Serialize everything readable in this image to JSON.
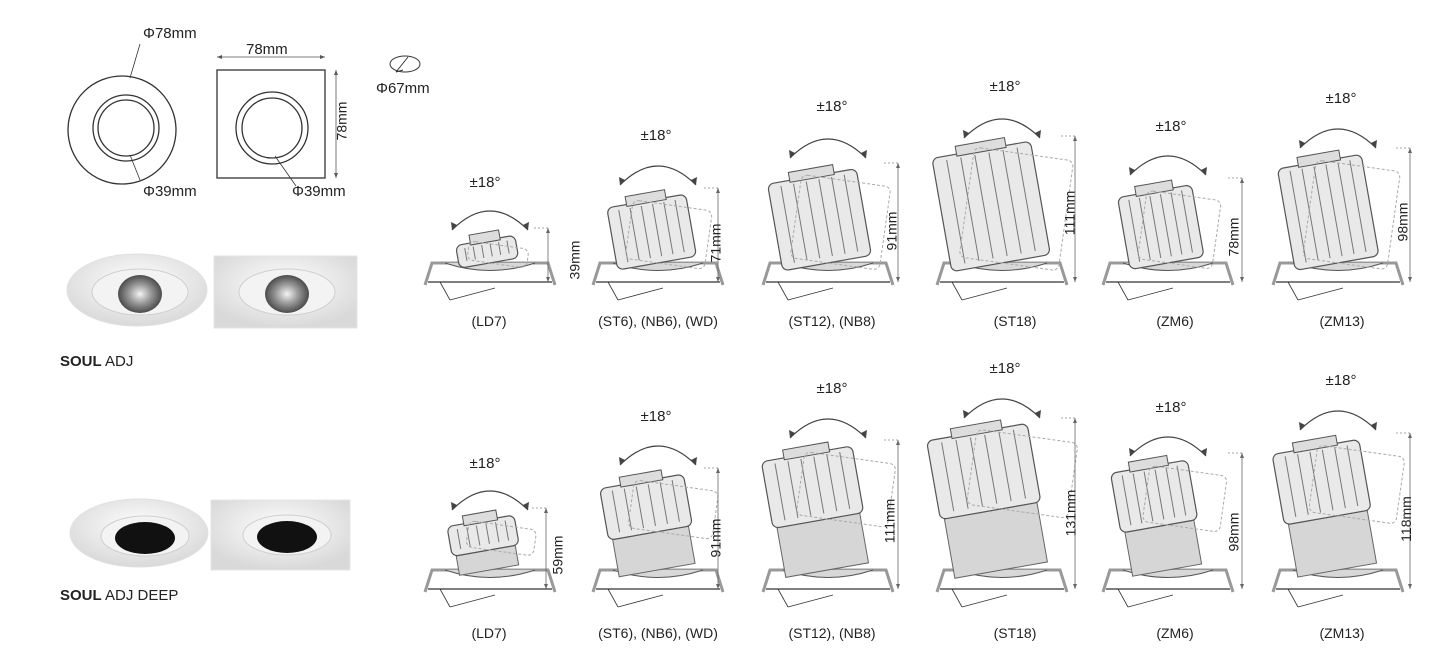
{
  "top_drawings": {
    "round_outer_diameter": "Φ78mm",
    "round_inner_diameter": "Φ39mm",
    "square_width": "78mm",
    "square_height": "78mm",
    "square_inner_diameter": "Φ39mm",
    "cutout_diameter": "Φ67mm"
  },
  "products": [
    {
      "brand": "SOUL",
      "name": "ADJ"
    },
    {
      "brand": "SOUL",
      "name": "ADJ DEEP"
    }
  ],
  "tilt_angle": "±18°",
  "row1": [
    {
      "caption": "(LD7)",
      "height": "39mm"
    },
    {
      "caption": "(ST6), (NB6), (WD)",
      "height": "71mm"
    },
    {
      "caption": "(ST12), (NB8)",
      "height": "91mm"
    },
    {
      "caption": "(ST18)",
      "height": "111mm"
    },
    {
      "caption": "(ZM6)",
      "height": "78mm"
    },
    {
      "caption": "(ZM13)",
      "height": "98mm"
    }
  ],
  "row2": [
    {
      "caption": "(LD7)",
      "height": "59mm"
    },
    {
      "caption": "(ST6), (NB6), (WD)",
      "height": "91mm"
    },
    {
      "caption": "(ST12), (NB8)",
      "height": "111mm"
    },
    {
      "caption": "(ST18)",
      "height": "131mm"
    },
    {
      "caption": "(ZM6)",
      "height": "98mm"
    },
    {
      "caption": "(ZM13)",
      "height": "118mm"
    }
  ]
}
